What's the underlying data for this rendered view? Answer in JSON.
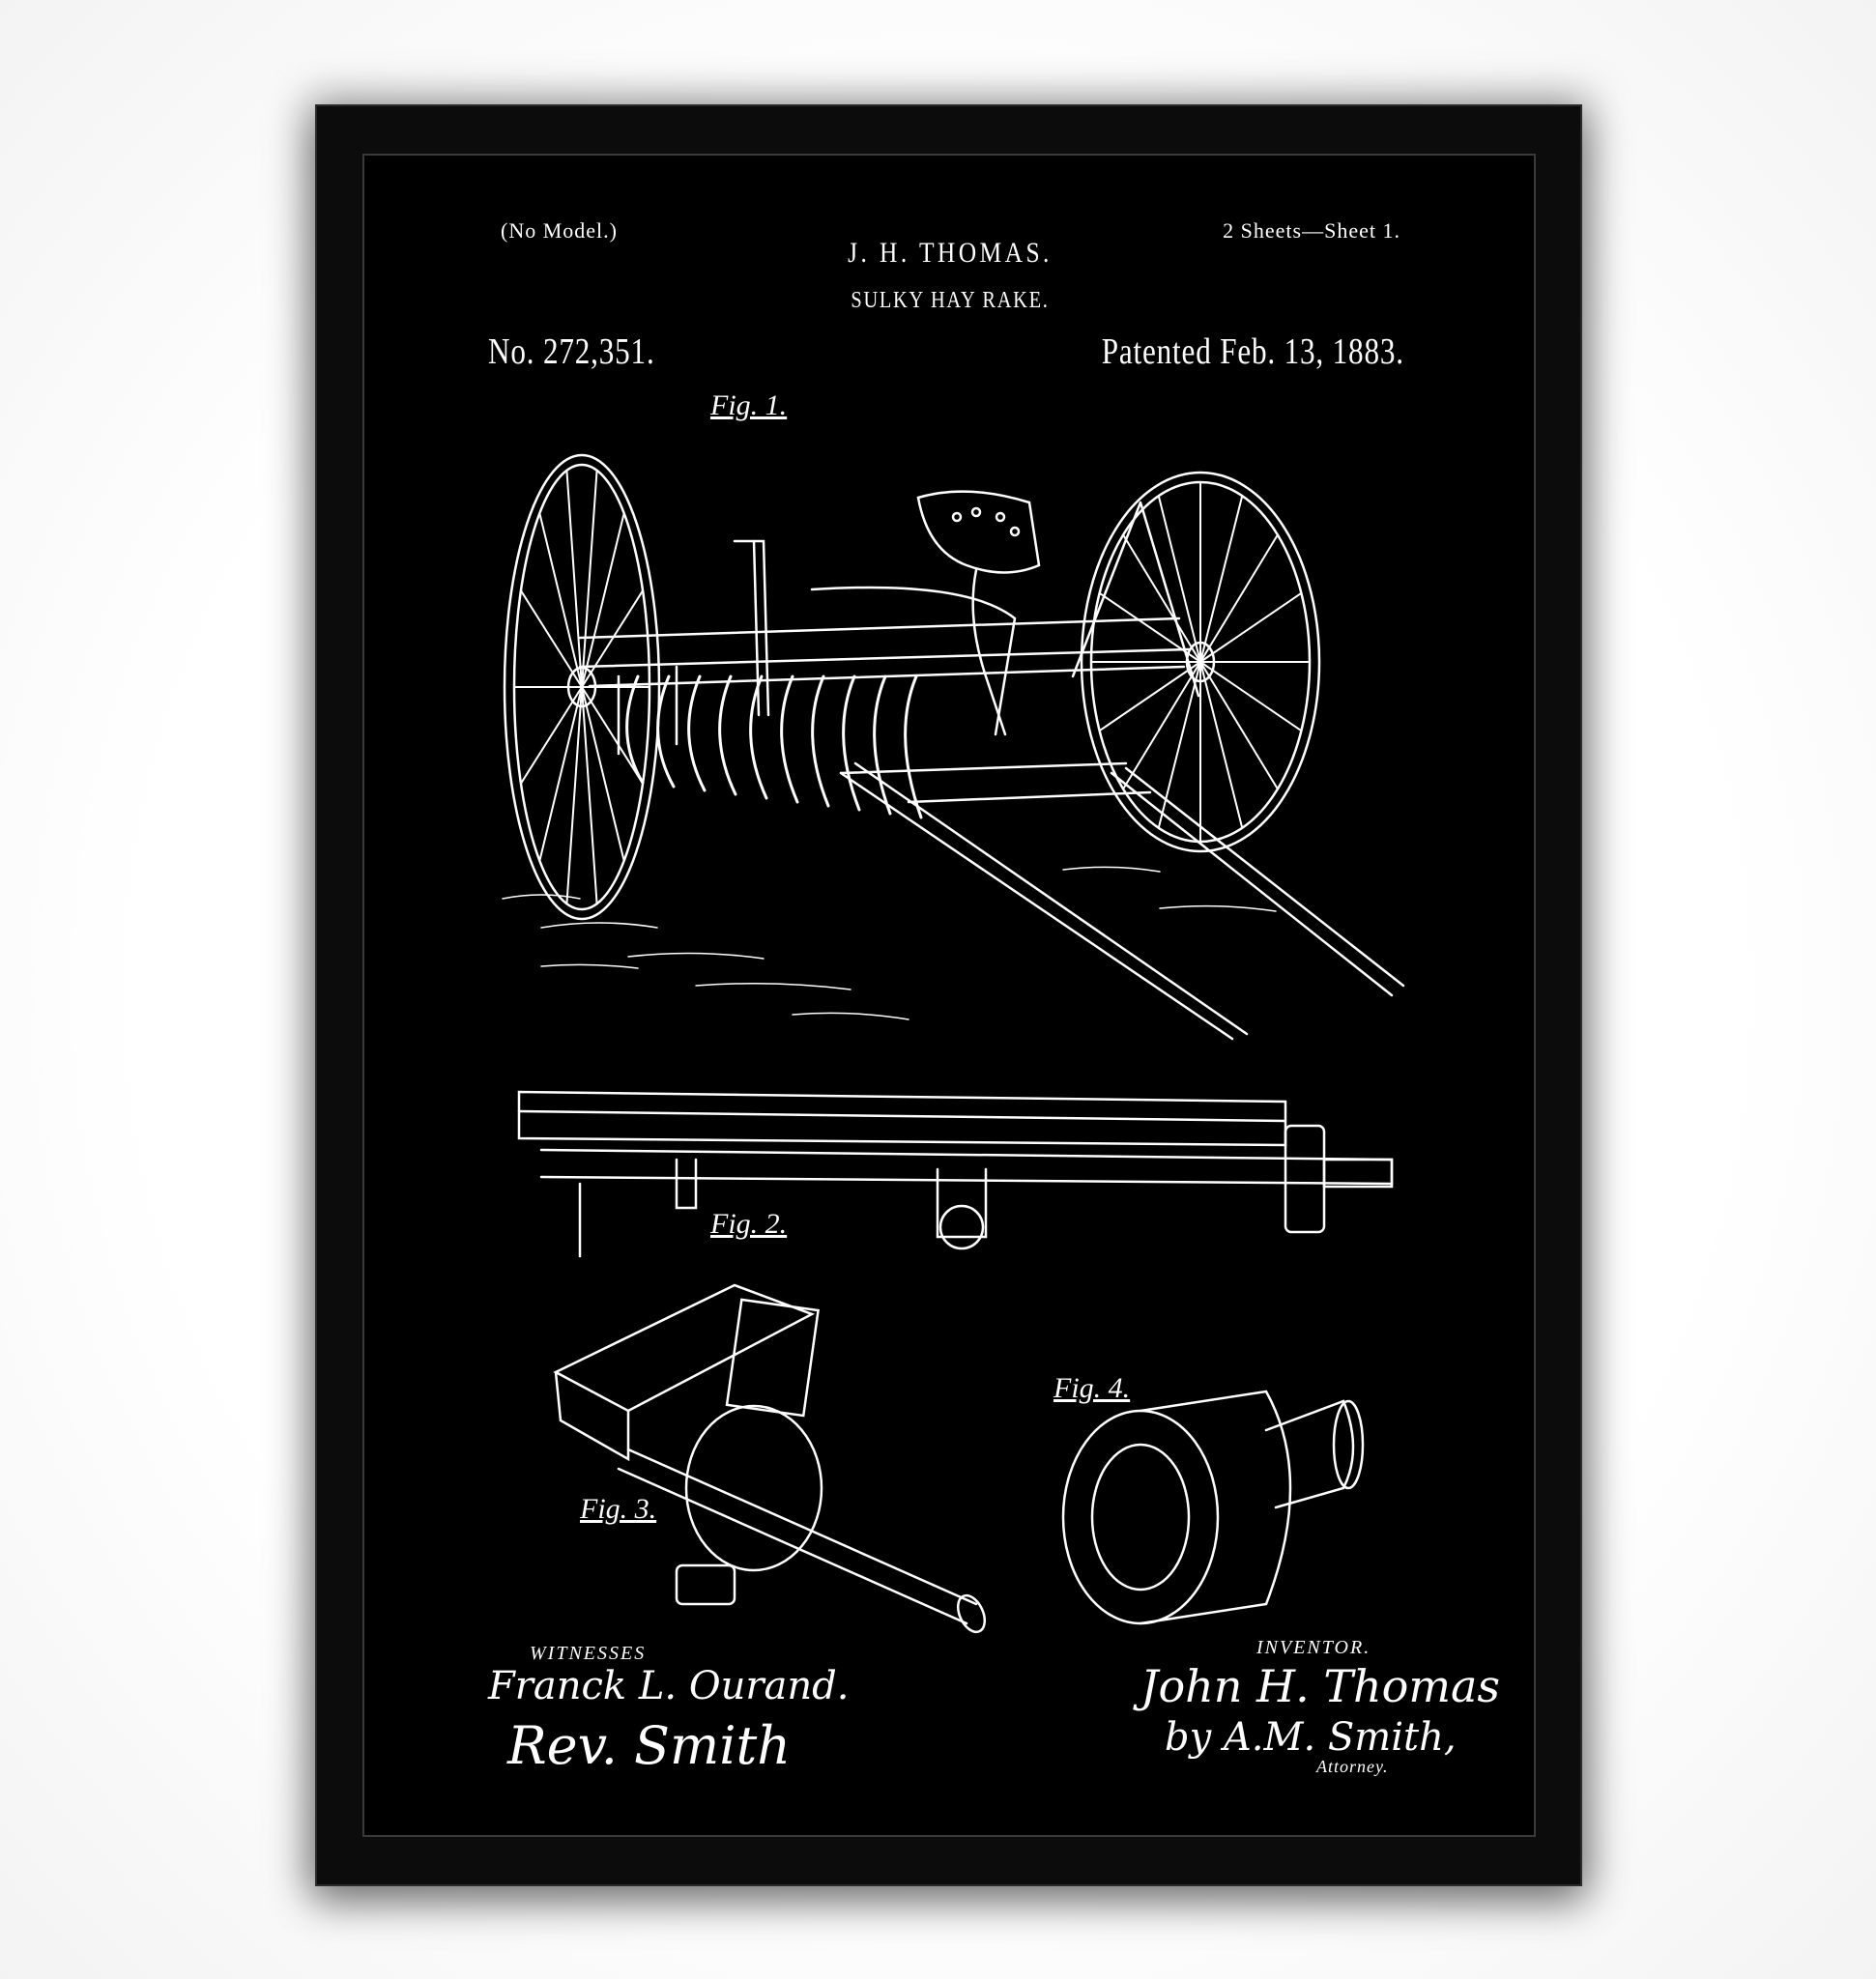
{
  "patent": {
    "model_note": "(No Model.)",
    "sheets": "2 Sheets—Sheet 1.",
    "inventor_name": "J. H. THOMAS.",
    "title": "SULKY HAY RAKE.",
    "number": "No. 272,351.",
    "date": "Patented Feb. 13, 1883."
  },
  "figures": {
    "fig1": "Fig. 1.",
    "fig2": "Fig. 2.",
    "fig3": "Fig. 3.",
    "fig4": "Fig. 4."
  },
  "signatures": {
    "witnesses_label": "WITNESSES",
    "witness1": "Franck L. Ourand.",
    "witness2": "Rev. Smith",
    "inventor_label": "INVENTOR.",
    "inventor_signature": "John H. Thomas",
    "attorney_signature": "by A.M. Smith,",
    "attorney_label": "Attorney."
  },
  "colors": {
    "ink": "#ffffff",
    "background": "#000000",
    "frame": "#0c0c0c"
  }
}
